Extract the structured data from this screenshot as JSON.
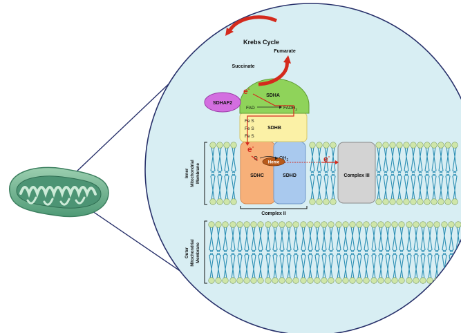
{
  "krebs": {
    "title": "Krebs Cycle",
    "fumarate": "Fumarate",
    "succinate": "Succinate"
  },
  "electron": {
    "symbol": "e",
    "charge": "-"
  },
  "sdhaf2": "SDHAF2",
  "sdha": {
    "name": "SDHA",
    "fad": "FAD",
    "fadh2_base": "FADH",
    "fadh2_sub": "2"
  },
  "sdhb": {
    "name": "SDHB",
    "cluster": [
      "Fe S",
      "Fe S",
      "Fe S"
    ]
  },
  "sdhc": {
    "name": "SDHC",
    "q": "Q"
  },
  "sdhd": {
    "name": "SDHD",
    "qh2_base": "QH",
    "qh2_sub": "2",
    "heme": "Heme"
  },
  "complex3": "Complex III",
  "complex2": "Complex II",
  "membranes": {
    "inner": [
      "Inner",
      "Mitochondrial",
      "Membrane"
    ],
    "outer": [
      "Outer",
      "Mitochondrial",
      "Membrane"
    ]
  },
  "colors": {
    "lipid_head": "#cfe6a9",
    "lipid_tail": "#2d8fb4",
    "sdha": "#8fd35a",
    "sdhb": "#fbf1a6",
    "sdhc": "#f7b079",
    "sdhd": "#a9c9ee",
    "heme": "#b85a1a",
    "sdhaf2": "#d36ee0",
    "complex3": "#d3d3d3",
    "circle": "#d8eef3",
    "arrow": "#d42a1d"
  }
}
